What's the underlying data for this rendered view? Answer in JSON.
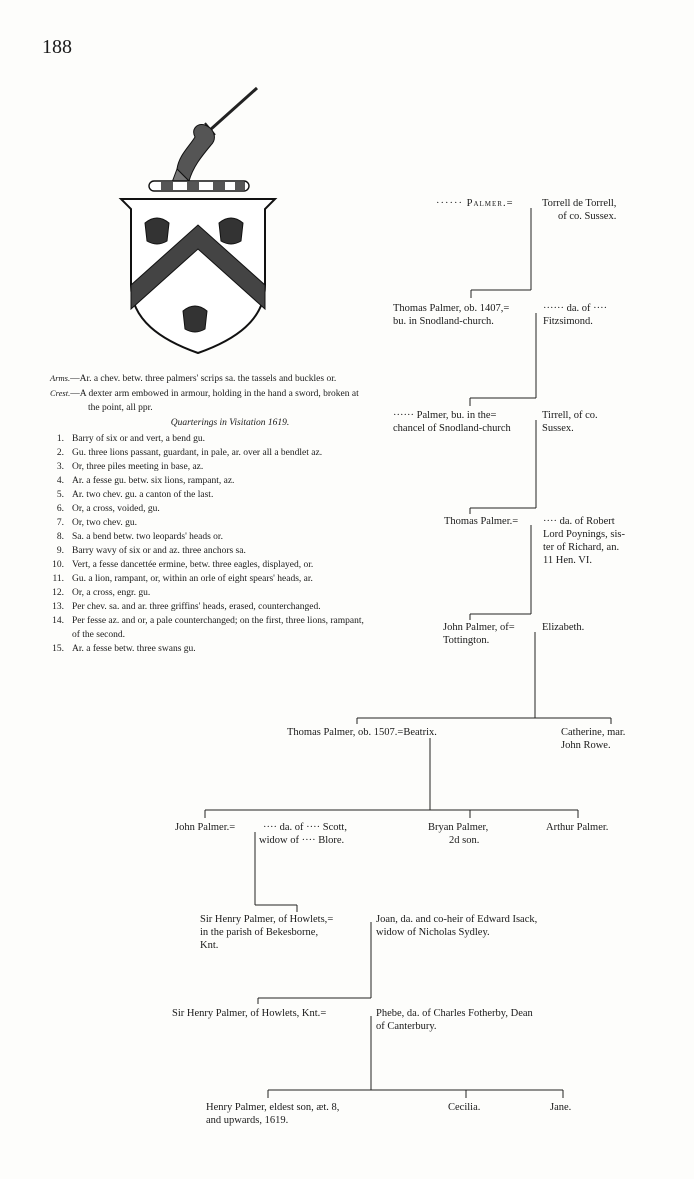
{
  "page": {
    "number": "188"
  },
  "arms": {
    "arms_label": "Arms.",
    "arms_text": "—Ar. a chev. betw. three palmers' scrips sa. the tassels and buckles or.",
    "crest_label": "Crest.",
    "crest_text": "—A dexter arm embowed in armour, holding in the hand a sword, broken at the point, all ppr.",
    "quarterings_heading": "Quarterings in Visitation 1619.",
    "quarterings": [
      {
        "n": "1.",
        "text": "Barry of six or and vert, a bend gu."
      },
      {
        "n": "2.",
        "text": "Gu. three lions passant, guardant, in pale, ar. over all a bendlet az."
      },
      {
        "n": "3.",
        "text": "Or, three piles meeting in base, az."
      },
      {
        "n": "4.",
        "text": "Ar. a fesse gu. betw. six lions, rampant, az."
      },
      {
        "n": "5.",
        "text": "Ar. two chev. gu. a canton of the last."
      },
      {
        "n": "6.",
        "text": "Or, a cross, voided, gu."
      },
      {
        "n": "7.",
        "text": "Or, two chev. gu."
      },
      {
        "n": "8.",
        "text": "Sa. a bend betw. two leopards' heads or."
      },
      {
        "n": "9.",
        "text": "Barry wavy of six or and az. three anchors sa."
      },
      {
        "n": "10.",
        "text": "Vert, a fesse dancettée ermine, betw. three eagles, displayed, or."
      },
      {
        "n": "11.",
        "text": "Gu. a lion, rampant, or, within an orle of eight spears' heads, ar."
      },
      {
        "n": "12.",
        "text": "Or, a cross, engr. gu."
      },
      {
        "n": "13.",
        "text": "Per chev. sa. and ar. three griffins' heads, erased, counterchanged."
      },
      {
        "n": "14.",
        "text": "Per fesse az. and or, a pale counterchanged; on the first, three lions, rampant, of the second."
      },
      {
        "n": "15.",
        "text": "Ar. a fesse betw. three swans gu."
      }
    ]
  },
  "pedigree": {
    "g1_left": "······ Palmer.",
    "g1_right_1": "Torrell de Torrell,",
    "g1_right_2": "of co. Sussex.",
    "g2_left_1": "Thomas Palmer, ob. 1407,",
    "g2_left_2": "bu. in Snodland-church.",
    "g2_right_1": "······ da. of ····",
    "g2_right_2": "Fitzsimond.",
    "g3_left_1": "······ Palmer, bu. in the",
    "g3_left_2": "chancel of Snodland-church",
    "g3_right_1": "Tirrell, of co.",
    "g3_right_2": "Sussex.",
    "g4_left": "Thomas Palmer.",
    "g4_right_1": "···· da. of Robert",
    "g4_right_2": "Lord Poynings, sis-",
    "g4_right_3": "ter of Richard, an.",
    "g4_right_4": "11 Hen. VI.",
    "g5_left_1": "John Palmer, of",
    "g5_left_2": "Tottington.",
    "g5_right": "Elizabeth.",
    "g6_left": "Thomas Palmer, ob. 1507.",
    "g6_spouse": "Beatrix.",
    "g6_sib_1": "Catherine, mar.",
    "g6_sib_2": "John Rowe.",
    "g7_left": "John Palmer.",
    "g7_spouse_1": "···· da. of ···· Scott,",
    "g7_spouse_2": "widow of ···· Blore.",
    "g7_bryan_1": "Bryan Palmer,",
    "g7_bryan_2": "2d son.",
    "g7_arthur": "Arthur Palmer.",
    "g8_left_1": "Sir Henry Palmer, of Howlets,",
    "g8_left_2": "in the parish of Bekesborne,",
    "g8_left_3": "Knt.",
    "g8_right_1": "Joan, da. and co-heir of Edward Isack,",
    "g8_right_2": "widow of Nicholas Sydley.",
    "g9_left": "Sir Henry Palmer, of Howlets, Knt.",
    "g9_right_1": "Phebe, da. of Charles Fotherby, Dean",
    "g9_right_2": "of Canterbury.",
    "g10_henry_1": "Henry Palmer, eldest son, æt. 8,",
    "g10_henry_2": "and upwards, 1619.",
    "g10_cecilia": "Cecilia.",
    "g10_jane": "Jane."
  }
}
